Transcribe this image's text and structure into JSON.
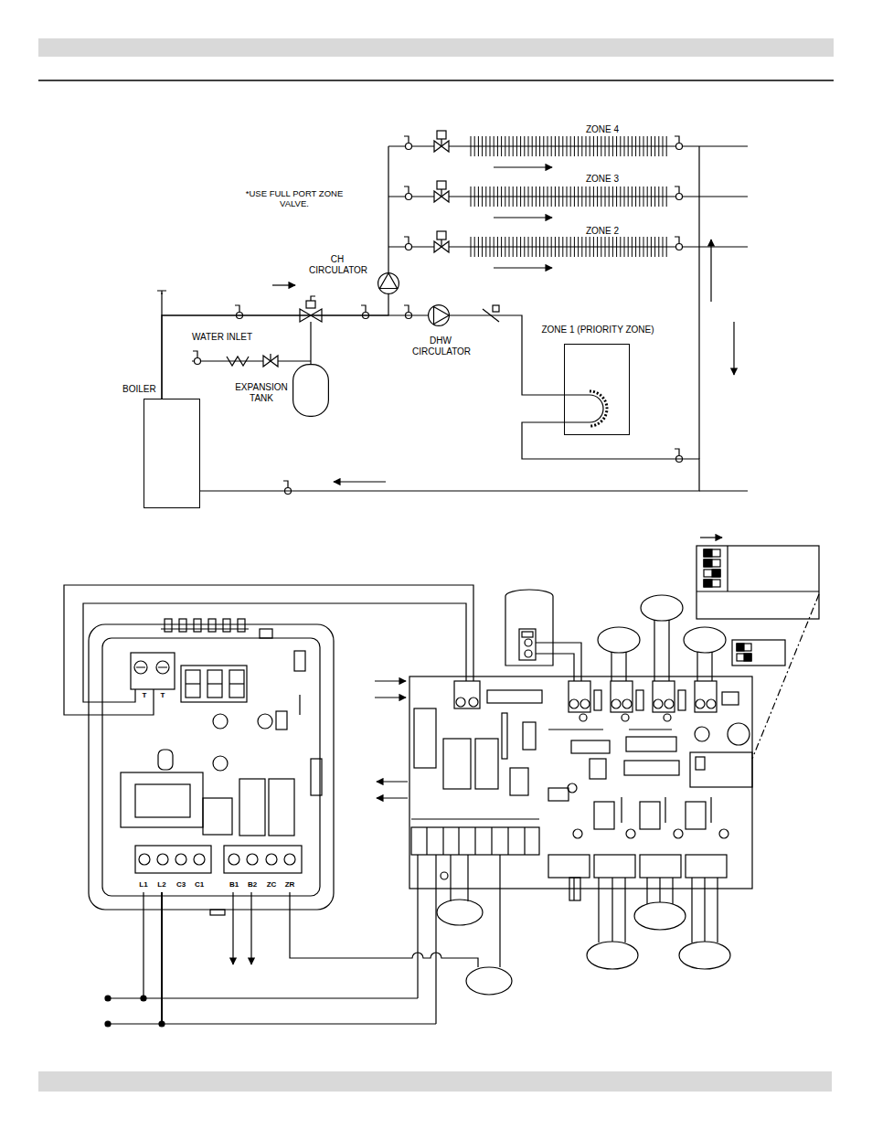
{
  "diagram": {
    "nodes": [
      {
        "text": [
          "BOILER"
        ]
      },
      {
        "text": [
          "ZONE 1 (PRIORITY ZONE)"
        ]
      },
      {
        "text": [
          "EXPANSION TANK"
        ]
      },
      {
        "text": [
          "CH CIRCULATOR"
        ]
      },
      {
        "text": [
          "DHW CIRCULATOR"
        ]
      }
    ],
    "edges": [
      {
        "from": 0,
        "to": 4,
        "arrow": "none"
      },
      {
        "from": 0,
        "to": 3,
        "arrow": "none"
      },
      {
        "from": 4,
        "to": 1,
        "arrow": "none"
      },
      {
        "from": 1,
        "to": 0,
        "arrow": "none"
      }
    ],
    "labels": [
      "ZONE 4",
      "ZONE 3",
      "ZONE 2",
      "*USE FULL PORT ZONE VALVE.",
      "WATER INLET",
      "T",
      "T",
      "L1",
      "L2",
      "C3",
      "C1",
      "B1",
      "B2",
      "ZC",
      "ZR"
    ]
  }
}
